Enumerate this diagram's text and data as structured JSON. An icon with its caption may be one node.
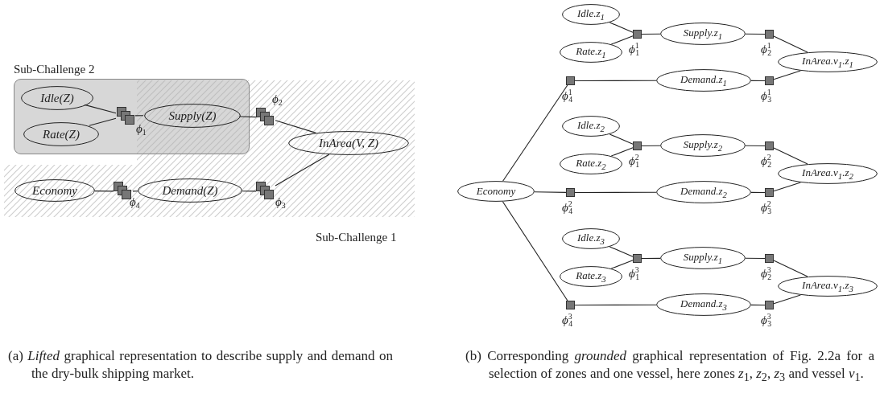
{
  "diagram": {
    "nodes": [
      {
        "text": [
          "Sub-Challenge 2"
        ]
      },
      {
        "text": [
          "Sub-Challenge 1"
        ]
      },
      {
        "text": [
          "Idle(Z)"
        ],
        "in": 0
      },
      {
        "text": [
          "Rate(Z)"
        ],
        "in": 0
      },
      {
        "text": [],
        "shape": "box",
        "in": 0,
        "beside": [
          "ϕ$_{1}$"
        ]
      },
      {
        "text": [
          "Supply(Z)"
        ],
        "in": 0
      },
      {
        "text": [],
        "shape": "box",
        "in": 1,
        "beside": [
          "ϕ$_{2}$"
        ]
      },
      {
        "text": [
          "InArea(V, Z)"
        ],
        "in": 1
      },
      {
        "text": [
          "Economy"
        ],
        "in": 1
      },
      {
        "text": [],
        "shape": "box",
        "in": 1,
        "beside": [
          "ϕ$_{4}$"
        ]
      },
      {
        "text": [
          "Demand(Z)"
        ],
        "in": 1
      },
      {
        "text": [],
        "shape": "box",
        "in": 1,
        "beside": [
          "ϕ$_{3}$"
        ]
      },
      {
        "text": [
          "Economy"
        ]
      },
      {
        "text": [
          "Idle.z$_{1}$"
        ]
      },
      {
        "text": [
          "Rate.z$_{1}$"
        ]
      },
      {
        "text": [],
        "shape": "box",
        "beside": [
          "ϕ$^{1}$$_{1}$"
        ]
      },
      {
        "text": [
          "Supply.z$_{1}$"
        ]
      },
      {
        "text": [],
        "shape": "box",
        "beside": [
          "ϕ$^{1}$$_{2}$"
        ]
      },
      {
        "text": [
          "InArea.v$_{1}$.z$_{1}$"
        ]
      },
      {
        "text": [],
        "shape": "box",
        "beside": [
          "ϕ$^{1}$$_{4}$"
        ]
      },
      {
        "text": [
          "Demand.z$_{1}$"
        ]
      },
      {
        "text": [],
        "shape": "box",
        "beside": [
          "ϕ$^{1}$$_{3}$"
        ]
      },
      {
        "text": [
          "Idle.z$_{2}$"
        ]
      },
      {
        "text": [
          "Rate.z$_{2}$"
        ]
      },
      {
        "text": [],
        "shape": "box",
        "beside": [
          "ϕ$^{2}$$_{1}$"
        ]
      },
      {
        "text": [
          "Supply.z$_{2}$"
        ]
      },
      {
        "text": [],
        "shape": "box",
        "beside": [
          "ϕ$^{2}$$_{2}$"
        ]
      },
      {
        "text": [
          "InArea.v$_{1}$.z$_{2}$"
        ]
      },
      {
        "text": [],
        "shape": "box",
        "beside": [
          "ϕ$^{2}$$_{4}$"
        ]
      },
      {
        "text": [
          "Demand.z$_{2}$"
        ]
      },
      {
        "text": [],
        "shape": "box",
        "beside": [
          "ϕ$^{2}$$_{3}$"
        ]
      },
      {
        "text": [
          "Idle.z$_{3}$"
        ]
      },
      {
        "text": [
          "Rate.z$_{3}$"
        ]
      },
      {
        "text": [],
        "shape": "box",
        "beside": [
          "ϕ$^{3}$$_{1}$"
        ]
      },
      {
        "text": [
          "Supply.z$_{1}$"
        ]
      },
      {
        "text": [],
        "shape": "box",
        "beside": [
          "ϕ$^{3}$$_{2}$"
        ]
      },
      {
        "text": [
          "InArea.v$_{1}$.z$_{3}$"
        ]
      },
      {
        "text": [],
        "shape": "box",
        "beside": [
          "ϕ$^{3}$$_{4}$"
        ]
      },
      {
        "text": [
          "Demand.z$_{3}$"
        ]
      },
      {
        "text": [],
        "shape": "box",
        "beside": [
          "ϕ$^{3}$$_{3}$"
        ]
      }
    ],
    "edges": [
      {
        "from": 2,
        "to": 4,
        "arrow": "none"
      },
      {
        "from": 3,
        "to": 4,
        "arrow": "none"
      },
      {
        "from": 4,
        "to": 5,
        "arrow": "none"
      },
      {
        "from": 5,
        "to": 6,
        "arrow": "none"
      },
      {
        "from": 6,
        "to": 7,
        "arrow": "none"
      },
      {
        "from": 11,
        "to": 7,
        "arrow": "none"
      },
      {
        "from": 10,
        "to": 11,
        "arrow": "none"
      },
      {
        "from": 8,
        "to": 9,
        "arrow": "none"
      },
      {
        "from": 9,
        "to": 10,
        "arrow": "none"
      },
      {
        "from": 13,
        "to": 15,
        "arrow": "none"
      },
      {
        "from": 14,
        "to": 15,
        "arrow": "none"
      },
      {
        "from": 15,
        "to": 16,
        "arrow": "none"
      },
      {
        "from": 16,
        "to": 17,
        "arrow": "none"
      },
      {
        "from": 17,
        "to": 18,
        "arrow": "none"
      },
      {
        "from": 21,
        "to": 18,
        "arrow": "none"
      },
      {
        "from": 20,
        "to": 21,
        "arrow": "none"
      },
      {
        "from": 19,
        "to": 20,
        "arrow": "none"
      },
      {
        "from": 12,
        "to": 19,
        "arrow": "none"
      },
      {
        "from": 22,
        "to": 24,
        "arrow": "none"
      },
      {
        "from": 23,
        "to": 24,
        "arrow": "none"
      },
      {
        "from": 24,
        "to": 25,
        "arrow": "none"
      },
      {
        "from": 25,
        "to": 26,
        "arrow": "none"
      },
      {
        "from": 26,
        "to": 27,
        "arrow": "none"
      },
      {
        "from": 30,
        "to": 27,
        "arrow": "none"
      },
      {
        "from": 29,
        "to": 30,
        "arrow": "none"
      },
      {
        "from": 28,
        "to": 29,
        "arrow": "none"
      },
      {
        "from": 12,
        "to": 28,
        "arrow": "none"
      },
      {
        "from": 31,
        "to": 33,
        "arrow": "none"
      },
      {
        "from": 32,
        "to": 33,
        "arrow": "none"
      },
      {
        "from": 33,
        "to": 34,
        "arrow": "none"
      },
      {
        "from": 34,
        "to": 35,
        "arrow": "none"
      },
      {
        "from": 35,
        "to": 36,
        "arrow": "none"
      },
      {
        "from": 39,
        "to": 36,
        "arrow": "none"
      },
      {
        "from": 38,
        "to": 39,
        "arrow": "none"
      },
      {
        "from": 37,
        "to": 38,
        "arrow": "none"
      },
      {
        "from": 12,
        "to": 37,
        "arrow": "none"
      }
    ],
    "labels": [
      "(a) *Lifted* graphical representation to describe supply and demand on the dry-bulk shipping market.",
      "(b) Corresponding *grounded* graphical representation of Fig. 2.2a for a selection of zones and one vessel, here zones *z*$_{1}$, *z*$_{2}$, *z*$_{3}$ and vessel *v*$_{1}$."
    ]
  }
}
